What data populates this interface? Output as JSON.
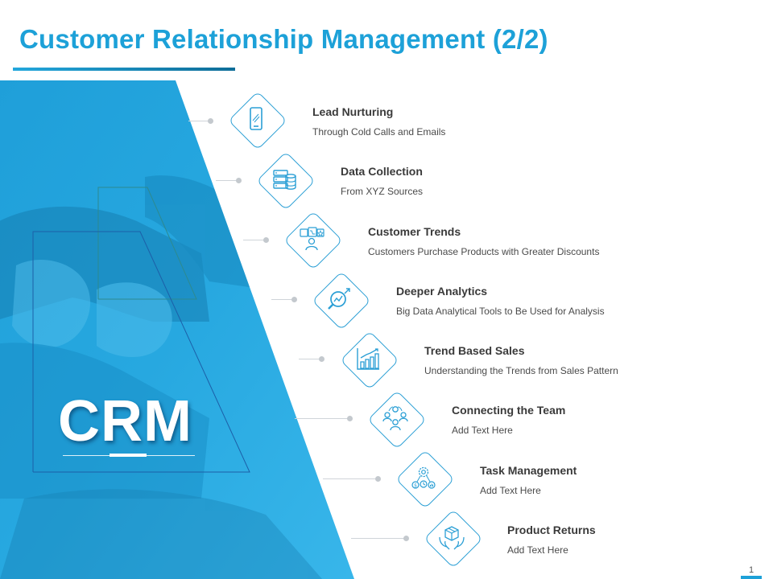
{
  "title": "Customer Relationship Management (2/2)",
  "crm_label": "CRM",
  "page_number": "1",
  "colors": {
    "accent": "#1da1d8",
    "outline": "#2b9fd5"
  },
  "items": [
    {
      "title": "Lead Nurturing",
      "desc": "Through  Cold Calls and Emails",
      "icon": "smartphone-icon"
    },
    {
      "title": "Data Collection",
      "desc": "From XYZ  Sources",
      "icon": "database-server-icon"
    },
    {
      "title": "Customer Trends",
      "desc": "Customers Purchase Products with Greater Discounts",
      "icon": "customer-shopping-icon"
    },
    {
      "title": "Deeper Analytics",
      "desc": "Big Data Analytical Tools to Be Used for Analysis",
      "icon": "magnifier-analytics-icon"
    },
    {
      "title": "Trend Based Sales",
      "desc": "Understanding  the Trends  from Sales Pattern",
      "icon": "bar-chart-icon"
    },
    {
      "title": "Connecting the Team",
      "desc": "Add Text Here",
      "icon": "team-icon"
    },
    {
      "title": "Task Management",
      "desc": "Add Text Here",
      "icon": "gear-clock-icon"
    },
    {
      "title": "Product Returns",
      "desc": "Add Text Here",
      "icon": "box-hands-icon"
    }
  ]
}
